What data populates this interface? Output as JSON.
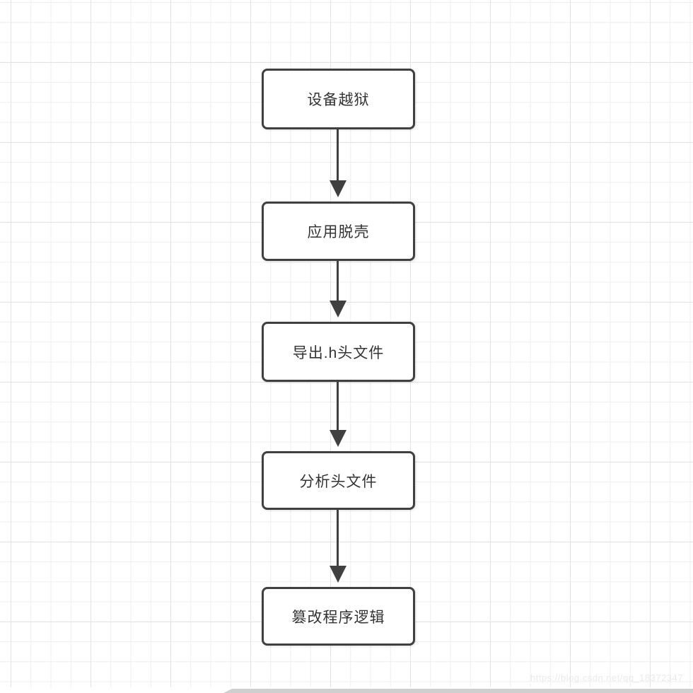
{
  "colors": {
    "background": "#ffffff",
    "grid_minor": "#efefef",
    "grid_major": "#e3e3e3",
    "node_border": "#404040",
    "node_fill": "#ffffff",
    "node_text": "#333333",
    "arrow": "#404040",
    "bottom_bar": "#cfcfcf",
    "watermark_text": "#eaeaea"
  },
  "flowchart": {
    "direction": "top-to-bottom",
    "nodes": [
      {
        "id": "step-1",
        "label": "设备越狱"
      },
      {
        "id": "step-2",
        "label": "应用脱壳"
      },
      {
        "id": "step-3",
        "label": "导出.h头文件"
      },
      {
        "id": "step-4",
        "label": "分析头文件"
      },
      {
        "id": "step-5",
        "label": "篡改程序逻辑"
      }
    ],
    "edges": [
      {
        "from": "step-1",
        "to": "step-2",
        "style": "solid-arrow"
      },
      {
        "from": "step-2",
        "to": "step-3",
        "style": "solid-arrow"
      },
      {
        "from": "step-3",
        "to": "step-4",
        "style": "solid-arrow"
      },
      {
        "from": "step-4",
        "to": "step-5",
        "style": "solid-arrow"
      }
    ]
  },
  "watermark": {
    "text": "https://blog.csdn.net/qq_18372347"
  }
}
